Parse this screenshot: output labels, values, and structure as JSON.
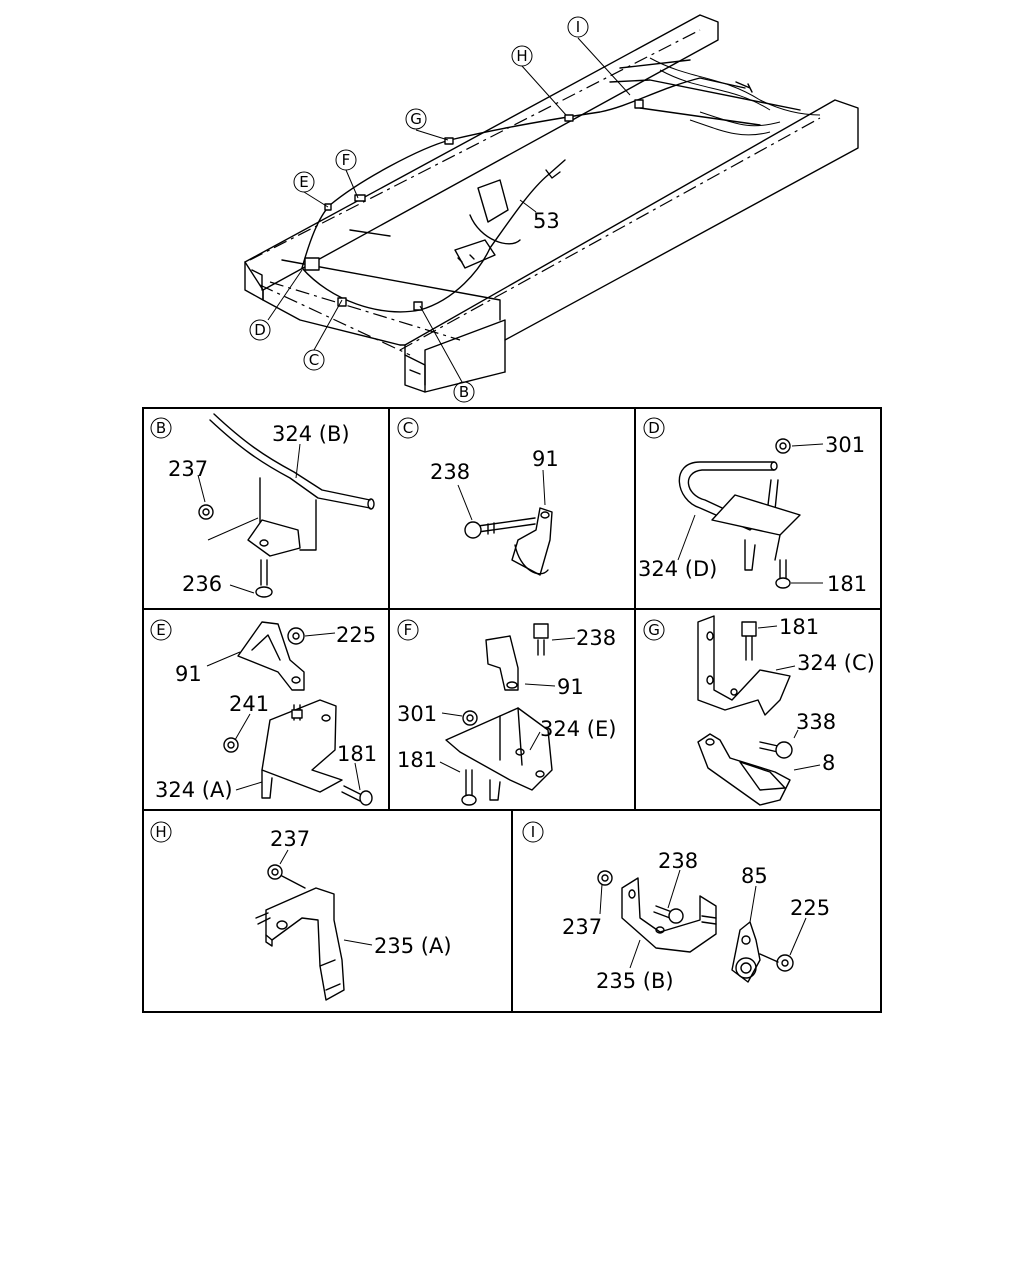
{
  "overview": {
    "callouts": [
      "I",
      "H",
      "G",
      "F",
      "E",
      "D",
      "C",
      "B"
    ],
    "part_label": "53"
  },
  "panels": {
    "B": {
      "letter": "B",
      "labels": [
        "324 (B)",
        "237",
        "236"
      ]
    },
    "C": {
      "letter": "C",
      "labels": [
        "238",
        "91"
      ]
    },
    "D": {
      "letter": "D",
      "labels": [
        "301",
        "324 (D)",
        "181"
      ]
    },
    "E": {
      "letter": "E",
      "labels": [
        "225",
        "91",
        "241",
        "181",
        "324 (A)"
      ]
    },
    "F": {
      "letter": "F",
      "labels": [
        "238",
        "91",
        "301",
        "324 (E)",
        "181"
      ]
    },
    "G": {
      "letter": "G",
      "labels": [
        "181",
        "324 (C)",
        "338",
        "8"
      ]
    },
    "H": {
      "letter": "H",
      "labels": [
        "237",
        "235 (A)"
      ]
    },
    "I": {
      "letter": "I",
      "labels": [
        "238",
        "85",
        "225",
        "237",
        "235 (B)"
      ]
    }
  }
}
